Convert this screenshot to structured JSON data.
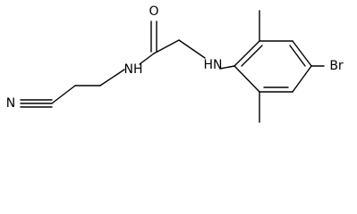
{
  "molecule": {
    "atoms": {
      "n_nitrile": "N",
      "o_carbonyl": "O",
      "nh_amide": "NH",
      "nh_amine": "HN",
      "br": "Br"
    }
  }
}
